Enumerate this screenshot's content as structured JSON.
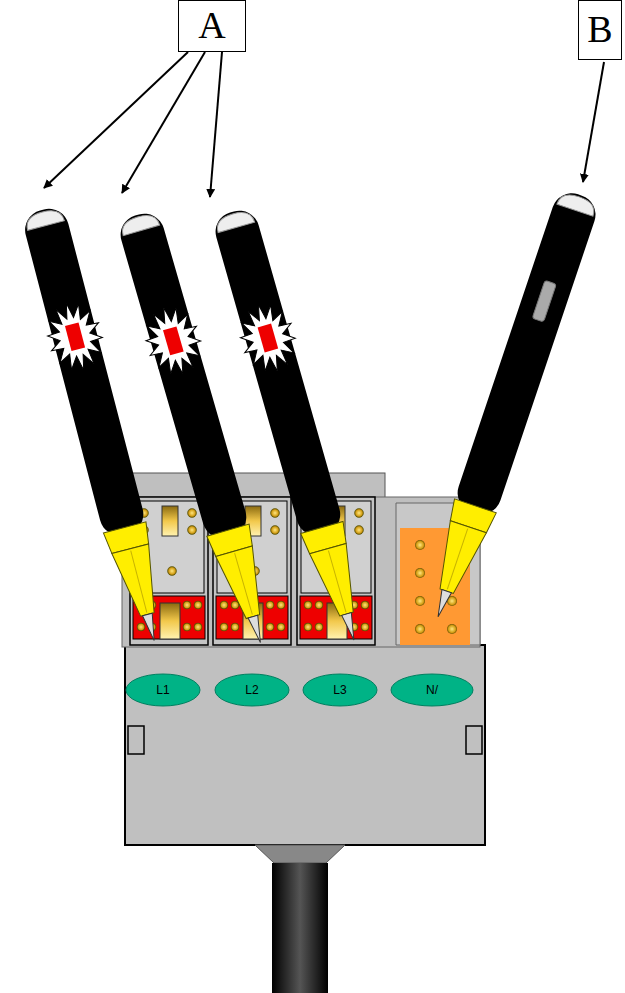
{
  "diagram": {
    "nodes": [
      {
        "text": [
          "A"
        ]
      },
      {
        "text": [
          "B"
        ]
      },
      {
        "text": [
          "L1"
        ]
      },
      {
        "text": [
          "L2"
        ]
      },
      {
        "text": [
          "L3"
        ]
      },
      {
        "text": [
          "N/"
        ]
      }
    ]
  }
}
